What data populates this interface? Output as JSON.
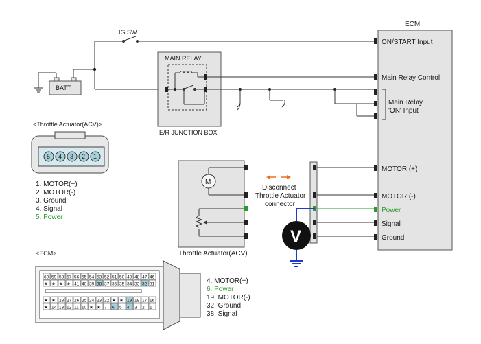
{
  "title": "",
  "labels": {
    "ig_sw": "IG SW",
    "batt": "BATT.",
    "main_relay": "MAIN RELAY",
    "junction_box": "E/R JUNCTION BOX",
    "ecm_title": "ECM",
    "throttle_actuator": "Throttle Actuator(ACV)",
    "acv_connector_title": "<Throttle Actuator(ACV)>",
    "ecm_connector_title": "<ECM>",
    "motor_symbol": "M",
    "voltmeter_symbol": "V",
    "disconnect_1": "Disconnect",
    "disconnect_2": "Throttle Actuator",
    "disconnect_3": "connector"
  },
  "ecm_pins": {
    "on_start": "ON/START Input",
    "main_relay_control": "Main Relay Control",
    "main_relay_on_1": "Main Relay",
    "main_relay_on_2": "'ON' Input",
    "motor_plus": "MOTOR (+)",
    "motor_minus": "MOTOR (-)",
    "power": "Power",
    "signal": "Signal",
    "ground": "Ground"
  },
  "acv_legend": [
    "1. MOTOR(+)",
    "2. MOTOR(-)",
    "3. Ground",
    "4. Signal",
    "5. Power"
  ],
  "ecm_legend": [
    "4. MOTOR(+)",
    "6. Power",
    "19. MOTOR(-)",
    "32. Ground",
    "38. Signal"
  ],
  "acv_pins": [
    "5",
    "4",
    "3",
    "2",
    "1"
  ],
  "ecm_connector_rows": {
    "row1": [
      "60",
      "59",
      "58",
      "57",
      "56",
      "55",
      "54",
      "53",
      "52",
      "51",
      "50",
      "49",
      "48",
      "47",
      "46"
    ],
    "row2": [
      "★",
      "★",
      "★",
      "★",
      "41",
      "40",
      "39",
      "38",
      "37",
      "36",
      "35",
      "34",
      "33",
      "32",
      "31"
    ],
    "row3": [
      "★",
      "★",
      "28",
      "27",
      "26",
      "25",
      "24",
      "23",
      "22",
      "★",
      "★",
      "19",
      "18",
      "17",
      "16"
    ],
    "row4": [
      "★",
      "14",
      "13",
      "12",
      "11",
      "10",
      "★",
      "★",
      "7",
      "6",
      "5",
      "4",
      "3",
      "2",
      "1"
    ]
  },
  "colors": {
    "highlight_pin": "#a9d0d8",
    "power_text": "#2a9a2a",
    "meter_wire": "#1f3cc8",
    "arrow": "#e8701a"
  }
}
